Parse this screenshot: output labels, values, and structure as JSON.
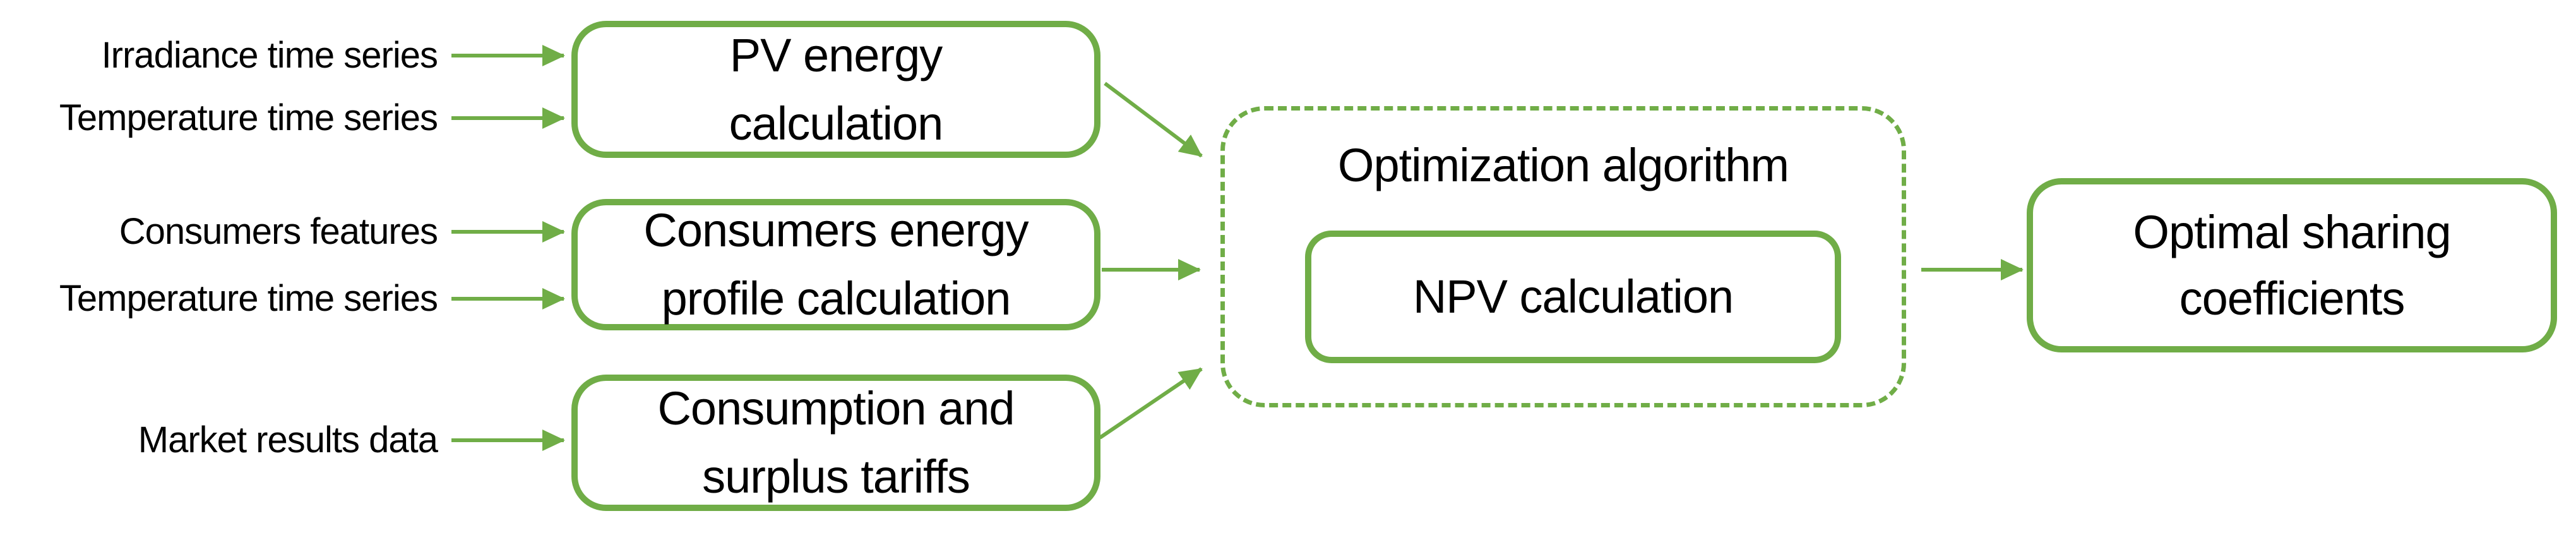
{
  "colors": {
    "accent": "#70AD47",
    "text": "#000000",
    "background": "#FFFFFF"
  },
  "diagram": {
    "inputs": [
      {
        "label": "Irradiance time series"
      },
      {
        "label": "Temperature time series"
      },
      {
        "label": "Consumers features"
      },
      {
        "label": "Temperature time series"
      },
      {
        "label": "Market results data"
      }
    ],
    "stages": [
      {
        "name": "pv-energy-calculation",
        "lines": [
          "PV energy",
          "calculation"
        ]
      },
      {
        "name": "consumers-energy-profile-calculation",
        "lines": [
          "Consumers energy",
          "profile calculation"
        ]
      },
      {
        "name": "consumption-and-surplus-tariffs",
        "lines": [
          "Consumption and",
          "surplus tariffs"
        ]
      }
    ],
    "optimization": {
      "title": "Optimization algorithm",
      "inner_box_label": "NPV calculation"
    },
    "output": {
      "lines": [
        "Optimal sharing",
        "coefficients"
      ]
    }
  }
}
